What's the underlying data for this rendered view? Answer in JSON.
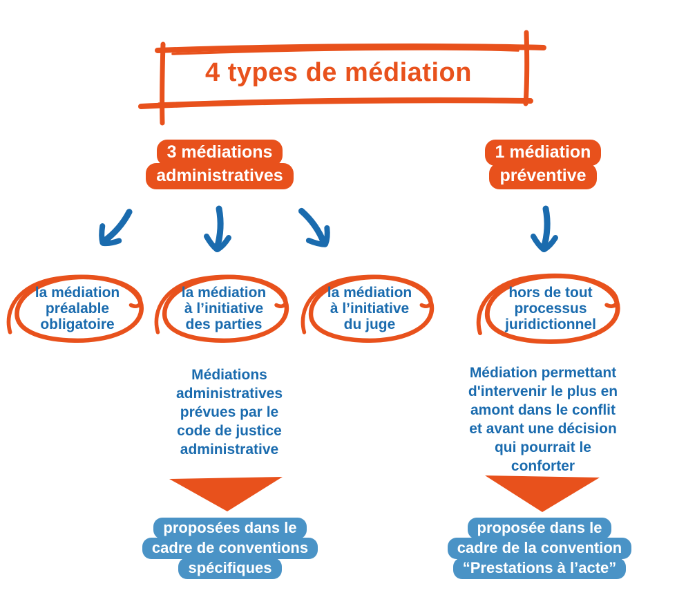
{
  "colors": {
    "orange": "#E8511C",
    "blue": "#1A6BAE",
    "light_blue": "#4A93C6",
    "background": "#FFFFFF",
    "text_on_color": "#FFFFFF"
  },
  "title": "4 types de médiation",
  "left_branch": {
    "badge": [
      "3 médiations",
      "administratives"
    ],
    "ovals": [
      [
        "la médiation",
        "préalable",
        "obligatoire"
      ],
      [
        "la médiation",
        "à l’initiative",
        "des parties"
      ],
      [
        "la médiation",
        "à l’initiative",
        "du juge"
      ]
    ],
    "description": [
      "Médiations",
      "administratives",
      "prévues par le",
      "code de justice",
      "administrative"
    ],
    "result": [
      "proposées dans le",
      "cadre de conventions",
      "spécifiques"
    ]
  },
  "right_branch": {
    "badge": [
      "1 médiation",
      "préventive"
    ],
    "oval": [
      "hors de tout",
      "processus",
      "juridictionnel"
    ],
    "description": [
      "Médiation permettant",
      "d'intervenir le plus en",
      "amont dans le conflit",
      "et avant une décision",
      "qui pourrait le",
      "conforter"
    ],
    "result": [
      "proposée dans le",
      "cadre de la convention",
      "“Prestations à l’acte”"
    ]
  }
}
